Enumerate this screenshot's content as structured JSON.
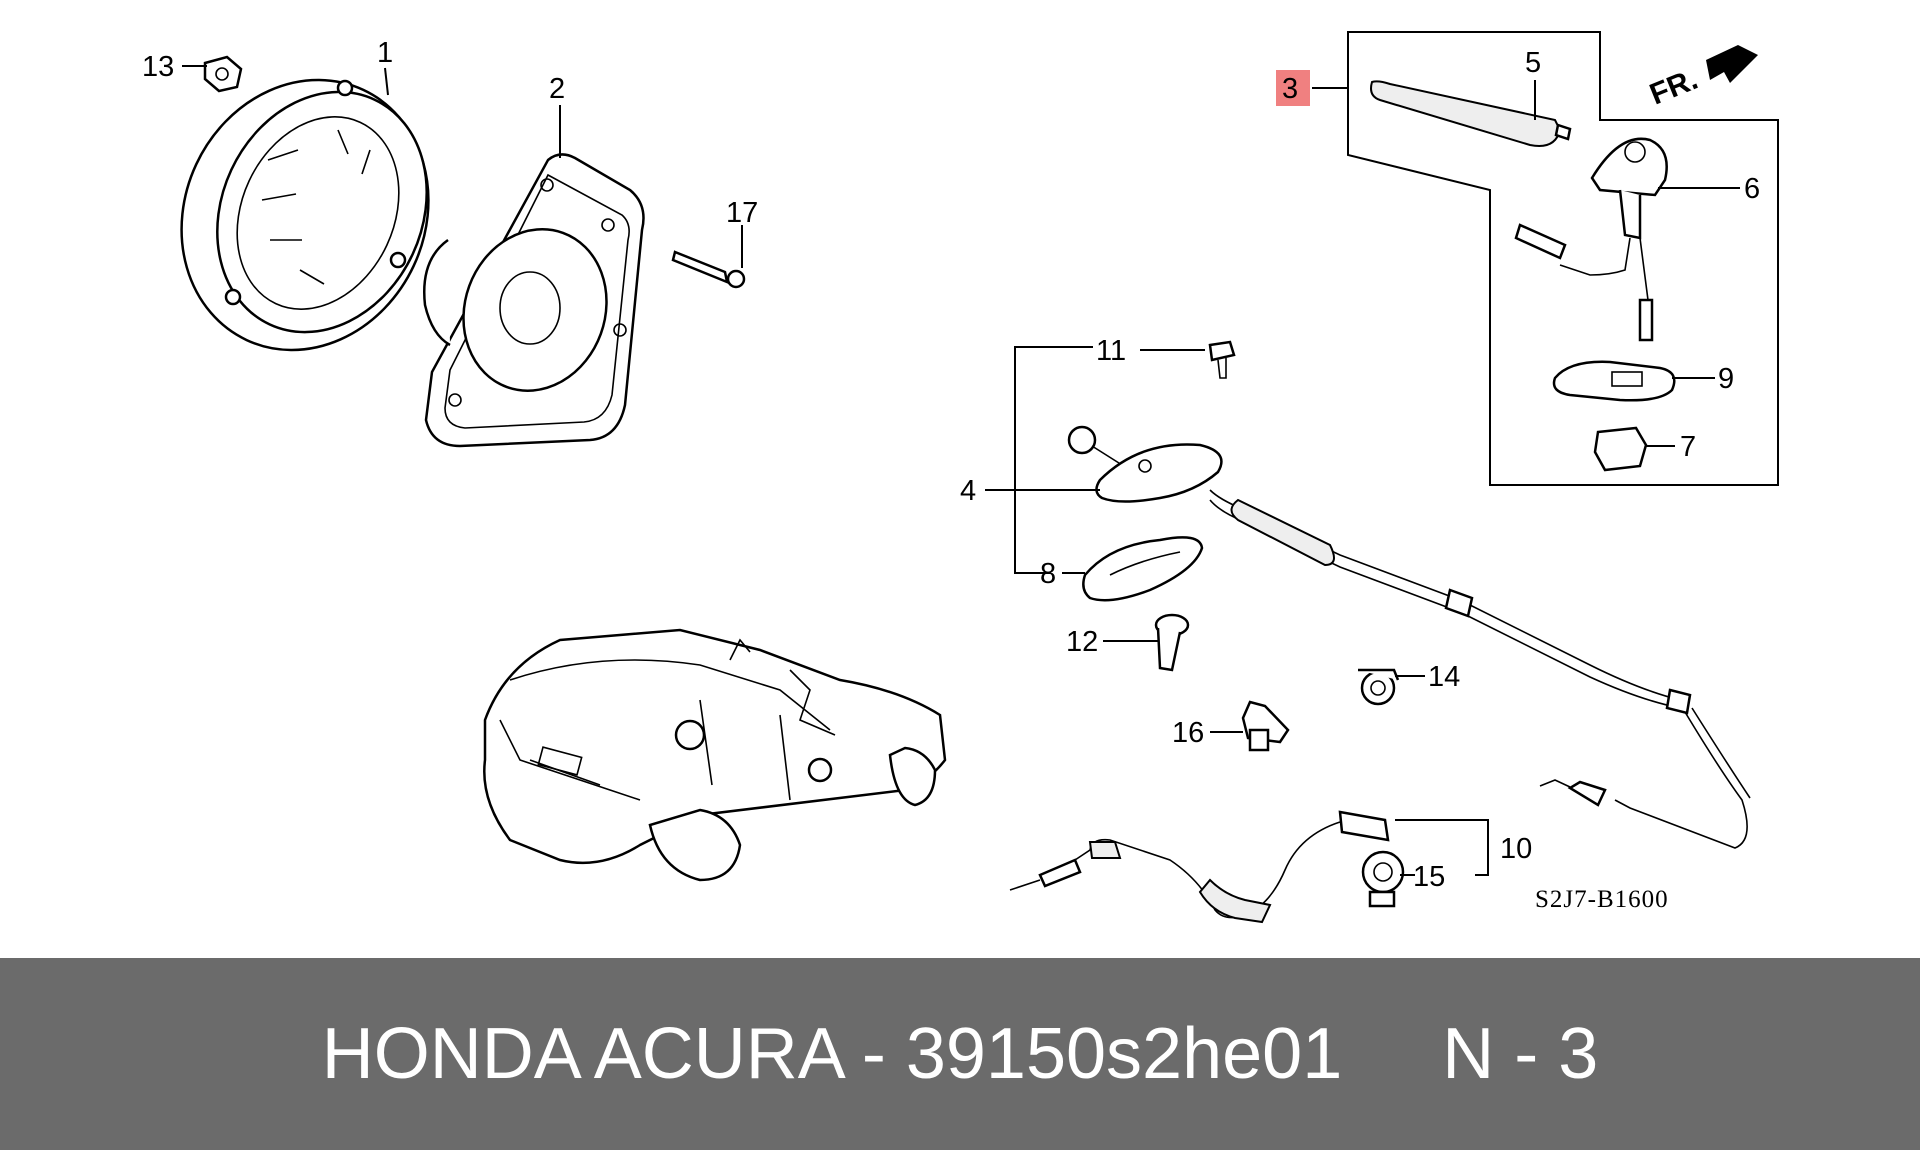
{
  "diagram": {
    "labels": [
      {
        "id": "1",
        "text": "1"
      },
      {
        "id": "2",
        "text": "2"
      },
      {
        "id": "3",
        "text": "3"
      },
      {
        "id": "4",
        "text": "4"
      },
      {
        "id": "5",
        "text": "5"
      },
      {
        "id": "6",
        "text": "6"
      },
      {
        "id": "7",
        "text": "7"
      },
      {
        "id": "8",
        "text": "8"
      },
      {
        "id": "9",
        "text": "9"
      },
      {
        "id": "10",
        "text": "10"
      },
      {
        "id": "11",
        "text": "11"
      },
      {
        "id": "12",
        "text": "12"
      },
      {
        "id": "13",
        "text": "13"
      },
      {
        "id": "14",
        "text": "14"
      },
      {
        "id": "15",
        "text": "15"
      },
      {
        "id": "16",
        "text": "16"
      },
      {
        "id": "17",
        "text": "17"
      }
    ],
    "direction_marker": "FR.",
    "drawing_code": "S2J7-B1600",
    "highlight_color": "#f08080"
  },
  "footer": {
    "brand_part": "HONDA ACURA - 39150s2he01",
    "position": "N - 3",
    "background_color": "#6b6b6b"
  }
}
